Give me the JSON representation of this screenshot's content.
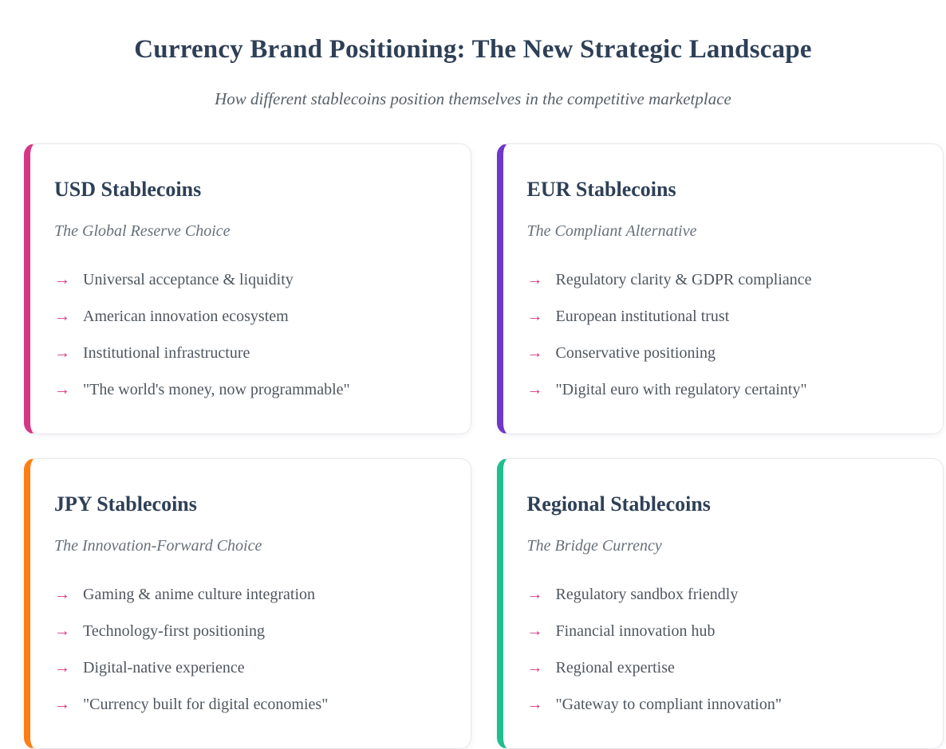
{
  "header": {
    "title": "Currency Brand Positioning: The New Strategic Landscape",
    "subtitle": "How different stablecoins position themselves in the competitive marketplace"
  },
  "arrow_glyph": "→",
  "colors": {
    "title_navy": "#2e4057",
    "body_gray": "#4f565e",
    "tagline_gray": "#67707a",
    "arrow_pink": "#d63784"
  },
  "cards": [
    {
      "title": "USD Stablecoins",
      "tagline": "The Global Reserve Choice",
      "accent": "#d63784",
      "items": [
        "Universal acceptance & liquidity",
        "American innovation ecosystem",
        "Institutional infrastructure",
        "\"The world's money, now programmable\""
      ]
    },
    {
      "title": "EUR Stablecoins",
      "tagline": "The Compliant Alternative",
      "accent": "#7038c8",
      "items": [
        "Regulatory clarity & GDPR compliance",
        "European institutional trust",
        "Conservative positioning",
        "\"Digital euro with regulatory certainty\""
      ]
    },
    {
      "title": "JPY Stablecoins",
      "tagline": "The Innovation-Forward Choice",
      "accent": "#fd7e14",
      "items": [
        "Gaming & anime culture integration",
        "Technology-first positioning",
        "Digital-native experience",
        "\"Currency built for digital economies\""
      ]
    },
    {
      "title": "Regional Stablecoins",
      "tagline": "The Bridge Currency",
      "accent": "#1fbe8f",
      "items": [
        "Regulatory sandbox friendly",
        "Financial innovation hub",
        "Regional expertise",
        "\"Gateway to compliant innovation\""
      ]
    }
  ]
}
